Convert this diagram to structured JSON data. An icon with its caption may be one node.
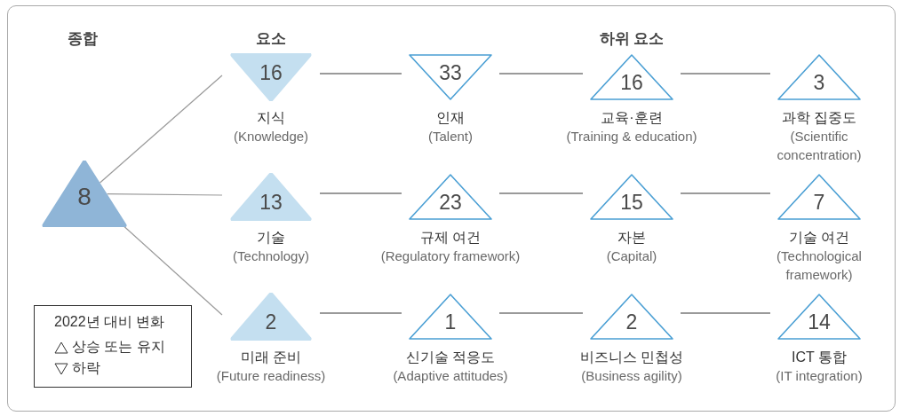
{
  "diagram": {
    "nodes": [
      {
        "text": [
          "8"
        ]
      },
      {
        "text": [
          "16",
          "지식",
          "(Knowledge)"
        ]
      },
      {
        "text": [
          "33",
          "인재",
          "(Talent)"
        ]
      },
      {
        "text": [
          "16",
          "교육·훈련",
          "(Training & education)"
        ]
      },
      {
        "text": [
          "3",
          "과학 집중도",
          "(Scientific concentration)"
        ]
      },
      {
        "text": [
          "13",
          "기술",
          "(Technology)"
        ]
      },
      {
        "text": [
          "23",
          "규제 여건",
          "(Regulatory framework)"
        ]
      },
      {
        "text": [
          "15",
          "자본",
          "(Capital)"
        ]
      },
      {
        "text": [
          "7",
          "기술 여건",
          "(Technological framework)"
        ]
      },
      {
        "text": [
          "2",
          "미래 준비",
          "(Future readiness)"
        ]
      },
      {
        "text": [
          "1",
          "신기술 적응도",
          "(Adaptive attitudes)"
        ]
      },
      {
        "text": [
          "2",
          "비즈니스 민첩성",
          "(Business agility)"
        ]
      },
      {
        "text": [
          "14",
          "ICT 통합",
          "(IT integration)"
        ]
      }
    ],
    "edges": [
      {
        "from": 0,
        "to": 1,
        "arrow": "none"
      },
      {
        "from": 0,
        "to": 5,
        "arrow": "none"
      },
      {
        "from": 0,
        "to": 9,
        "arrow": "none"
      },
      {
        "from": 1,
        "to": 2,
        "arrow": "none"
      },
      {
        "from": 2,
        "to": 3,
        "arrow": "none"
      },
      {
        "from": 3,
        "to": 4,
        "arrow": "none"
      },
      {
        "from": 5,
        "to": 6,
        "arrow": "none"
      },
      {
        "from": 6,
        "to": 7,
        "arrow": "none"
      },
      {
        "from": 7,
        "to": 8,
        "arrow": "none"
      },
      {
        "from": 9,
        "to": 10,
        "arrow": "none"
      },
      {
        "from": 10,
        "to": 11,
        "arrow": "none"
      },
      {
        "from": 11,
        "to": 12,
        "arrow": "none"
      }
    ],
    "labels": [
      "종합",
      "요소",
      "하위 요소",
      "2022년 대비 변화"
    ],
    "legend": [
      {
        "text": "상승 또는 유지"
      },
      {
        "text": "하락"
      }
    ]
  }
}
